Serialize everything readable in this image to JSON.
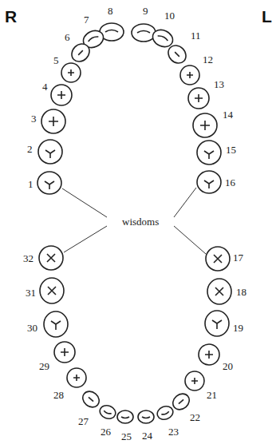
{
  "diagram": {
    "labels": [
      "R",
      "L",
      "1",
      "2",
      "3",
      "4",
      "5",
      "6",
      "7",
      "8",
      "9",
      "10",
      "11",
      "12",
      "13",
      "14",
      "15",
      "16",
      "17",
      "18",
      "19",
      "20",
      "21",
      "22",
      "23",
      "24",
      "25",
      "26",
      "27",
      "28",
      "29",
      "30",
      "31",
      "32",
      "wisdoms"
    ]
  }
}
